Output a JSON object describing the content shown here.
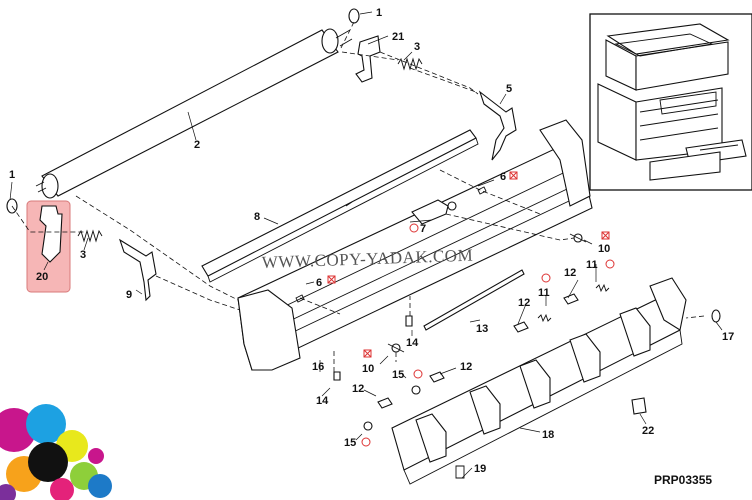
{
  "diagram": {
    "watermark": "WWW.COPY-YADAK.COM",
    "figure_code": "PRP03355",
    "highlight_color": "#f6b6b6",
    "callouts": [
      "1",
      "21",
      "3",
      "2",
      "5",
      "1",
      "6",
      "8",
      "7",
      "3",
      "10",
      "20",
      "9",
      "6",
      "11",
      "12",
      "13",
      "11",
      "12",
      "14",
      "17",
      "16",
      "10",
      "12",
      "15",
      "14",
      "12",
      "15",
      "18",
      "22",
      "19"
    ]
  }
}
